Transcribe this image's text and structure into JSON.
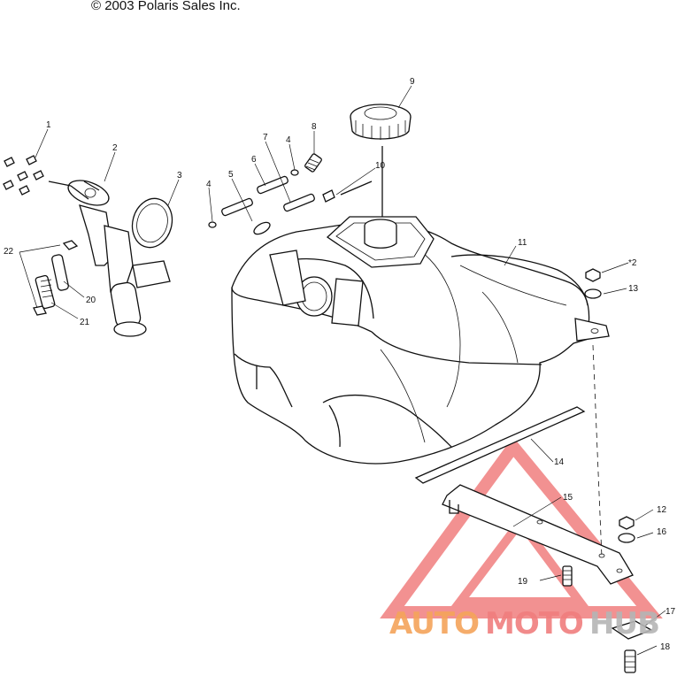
{
  "copyright": "© 2003 Polaris Sales Inc.",
  "callouts": [
    "1",
    "2",
    "3",
    "4",
    "4",
    "5",
    "6",
    "7",
    "8",
    "9",
    "10",
    "11",
    "*2",
    "13",
    "14",
    "15",
    "12",
    "16",
    "19",
    "17",
    "18",
    "22",
    "20",
    "21"
  ],
  "watermark": {
    "part1": "AUTO",
    "part2": "MOTO",
    "part3": "HUB",
    "color_orange": "#f5a45a",
    "color_red": "#f07e7e",
    "color_gray": "#b5b5b5"
  }
}
